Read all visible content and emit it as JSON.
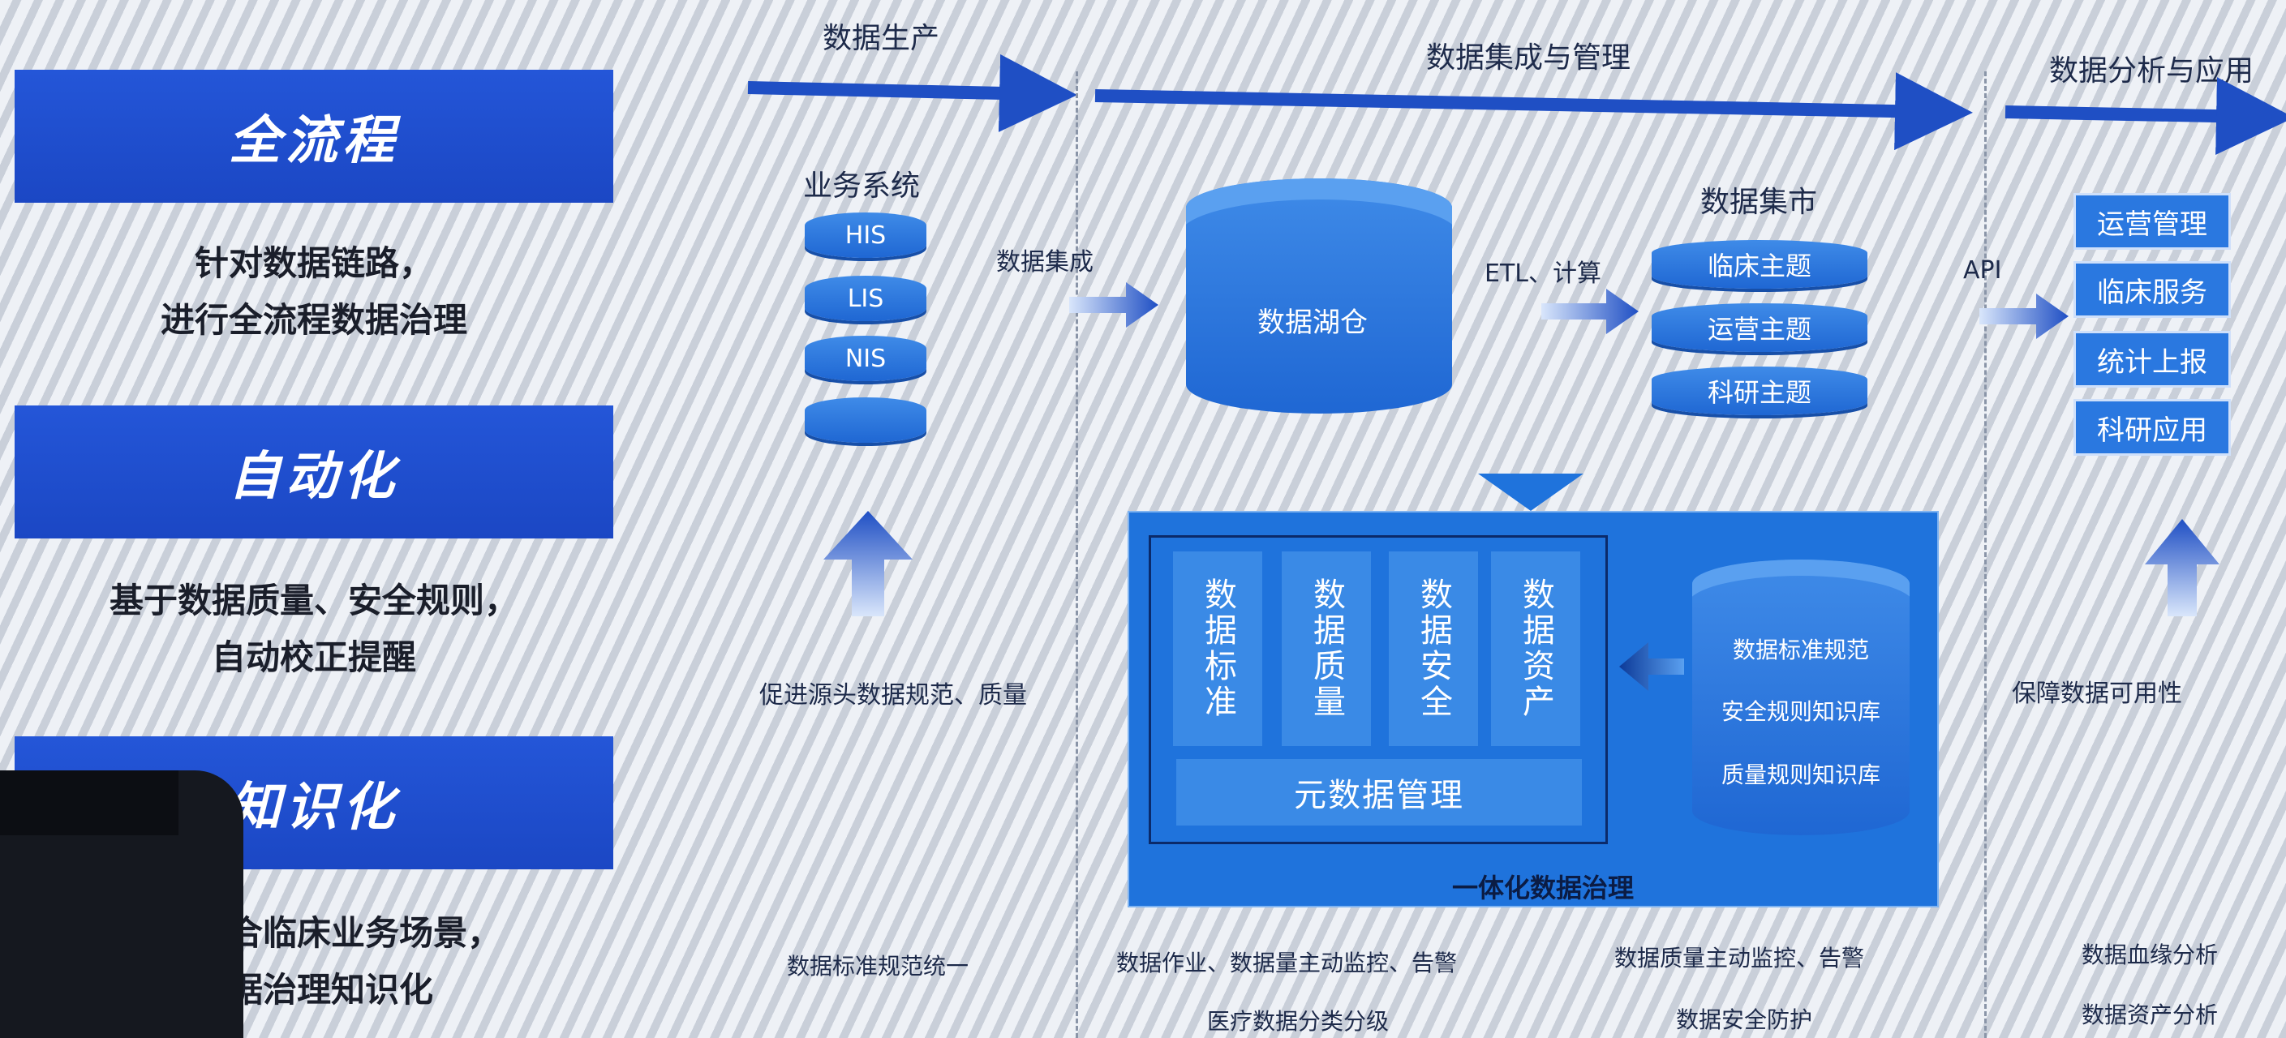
{
  "left_panel": {
    "sections": [
      {
        "title": "全流程",
        "lines": [
          "针对数据链路，",
          "进行全流程数据治理"
        ]
      },
      {
        "title": "自动化",
        "lines": [
          "基于数据质量、安全规则，",
          "自动校正提醒"
        ]
      },
      {
        "title": "知识化",
        "lines": [
          "规则贴合临床业务场景，",
          "数据治理知识化"
        ]
      }
    ]
  },
  "phases": {
    "production": "数据生产",
    "integration": "数据集成与管理",
    "analysis": "数据分析与应用"
  },
  "business_systems": {
    "title": "业务系统",
    "items": [
      "HIS",
      "LIS",
      "NIS",
      ""
    ],
    "footnote": "促进源头数据规范、质量"
  },
  "flow_labels": {
    "collect": "数据集成",
    "etl": "ETL、计算",
    "api": "API"
  },
  "data_lake": {
    "label": "数据湖仓"
  },
  "data_mart": {
    "title": "数据集市",
    "items": [
      "临床主题",
      "运营主题",
      "科研主题"
    ]
  },
  "applications": {
    "items": [
      "运营管理",
      "临床服务",
      "统计上报",
      "科研应用"
    ],
    "footnote": "保障数据可用性"
  },
  "governance": {
    "columns": [
      "数据标准",
      "数据质量",
      "数据安全",
      "数据资产"
    ],
    "meta": "元数据管理",
    "rules": [
      "数据标准规范",
      "安全规则知识库",
      "质量规则知识库"
    ],
    "title": "一体化数据治理"
  },
  "bottom_notes": {
    "standard_unify": "数据标准规范统一",
    "monitor": "数据作业、数据量主动监控、告警",
    "quality_monitor": "数据质量主动监控、告警",
    "classify": "医疗数据分类分级",
    "security": "数据安全防护",
    "lineage": "数据血缘分析",
    "asset": "数据资产分析"
  },
  "colors": {
    "primary": "#1f67d3",
    "banner": "#2456d8",
    "arrow": "#1f4fc4"
  }
}
